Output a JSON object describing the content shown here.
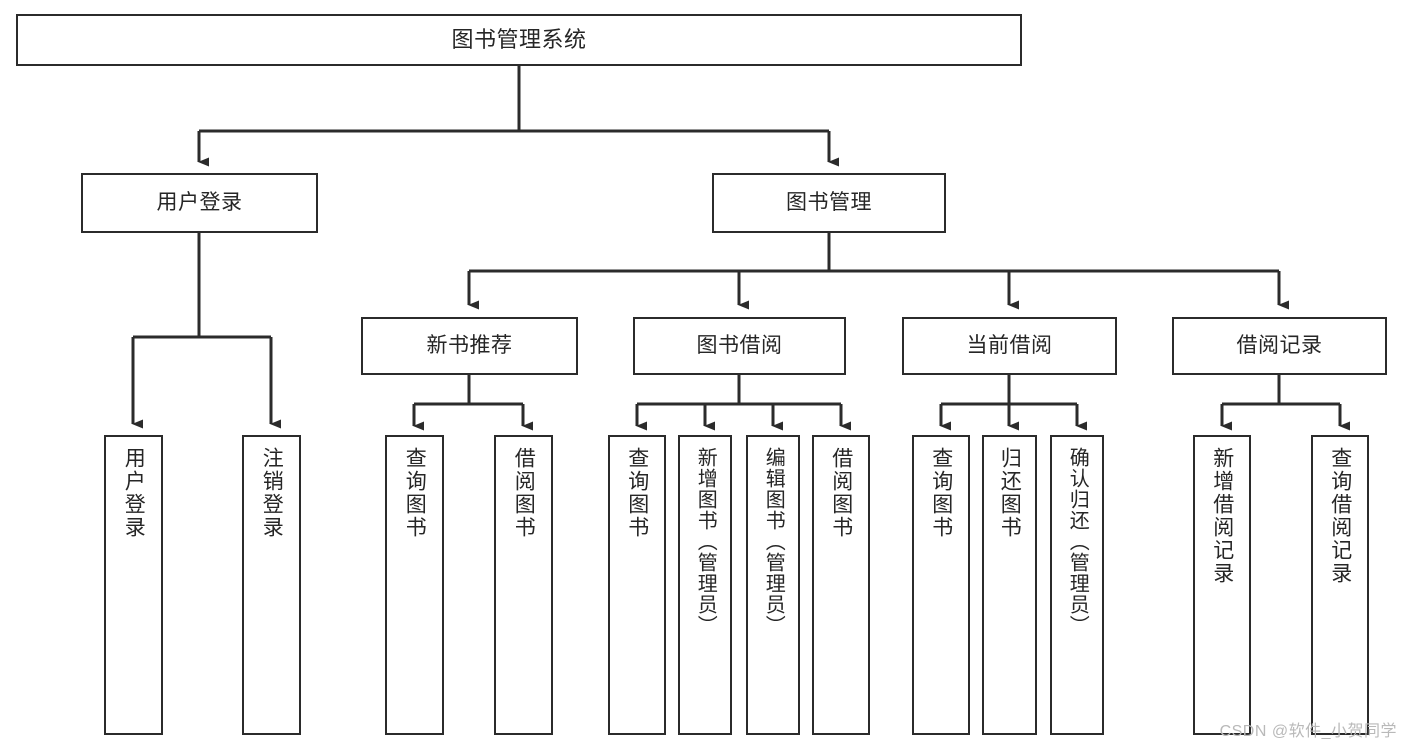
{
  "diagram": {
    "type": "tree",
    "title": "图书管理系统",
    "watermark": "CSDN @软件_小贺同学",
    "colors": {
      "background": "#ffffff",
      "box_border": "#2b2b2b",
      "box_fill": "#ffffff",
      "text": "#262626",
      "edge": "#2b2b2b",
      "watermark": "#b9b9b9"
    },
    "root": {
      "id": "root",
      "label": "图书管理系统"
    },
    "level1": [
      {
        "id": "user-login",
        "label": "用户登录"
      },
      {
        "id": "book-manage",
        "label": "图书管理"
      }
    ],
    "level2": [
      {
        "id": "new-book-recommend",
        "label": "新书推荐",
        "parent": "book-manage"
      },
      {
        "id": "book-borrow",
        "label": "图书借阅",
        "parent": "book-manage"
      },
      {
        "id": "current-borrow",
        "label": "当前借阅",
        "parent": "book-manage"
      },
      {
        "id": "borrow-record",
        "label": "借阅记录",
        "parent": "book-manage"
      }
    ],
    "leaves": [
      {
        "id": "leaf-user-login",
        "label": "用户登录",
        "parent": "user-login"
      },
      {
        "id": "leaf-logout",
        "label": "注销登录",
        "parent": "user-login"
      },
      {
        "id": "leaf-query-book-1",
        "label": "查询图书",
        "parent": "new-book-recommend"
      },
      {
        "id": "leaf-borrow-book-1",
        "label": "借阅图书",
        "parent": "new-book-recommend"
      },
      {
        "id": "leaf-query-book-2",
        "label": "查询图书",
        "parent": "book-borrow"
      },
      {
        "id": "leaf-add-book",
        "label": "新增图书（管理员）",
        "parent": "book-borrow"
      },
      {
        "id": "leaf-edit-book",
        "label": "编辑图书（管理员）",
        "parent": "book-borrow"
      },
      {
        "id": "leaf-borrow-book-2",
        "label": "借阅图书",
        "parent": "book-borrow"
      },
      {
        "id": "leaf-query-book-3",
        "label": "查询图书",
        "parent": "current-borrow"
      },
      {
        "id": "leaf-return-book",
        "label": "归还图书",
        "parent": "current-borrow"
      },
      {
        "id": "leaf-confirm-return",
        "label": "确认归还（管理员）",
        "parent": "current-borrow"
      },
      {
        "id": "leaf-add-record",
        "label": "新增借阅记录",
        "parent": "borrow-record"
      },
      {
        "id": "leaf-query-record",
        "label": "查询借阅记录",
        "parent": "borrow-record"
      }
    ]
  }
}
